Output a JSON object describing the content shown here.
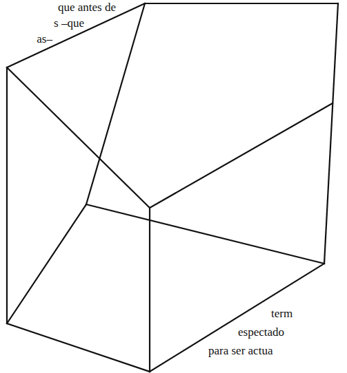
{
  "diagram": {
    "labels": [
      "que antes de",
      "s –que",
      "as–",
      "term",
      "espectado",
      "para ser actua"
    ]
  }
}
